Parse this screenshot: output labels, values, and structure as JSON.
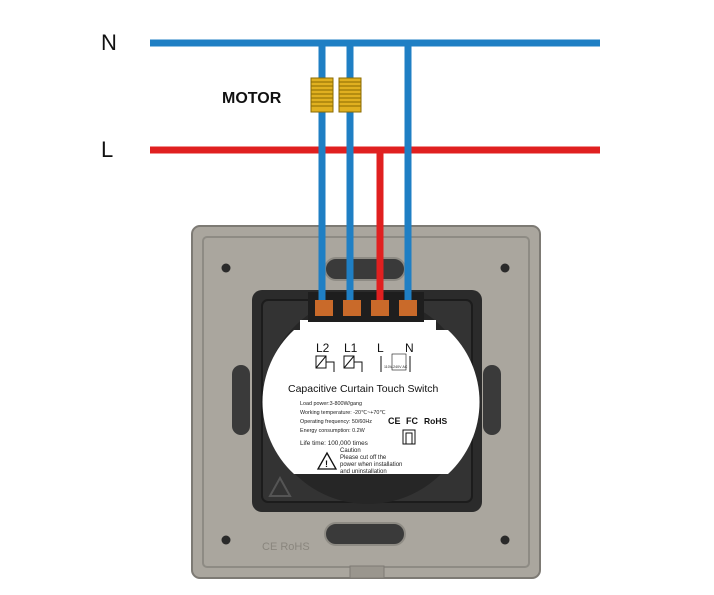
{
  "lines": {
    "neutral_label": "N",
    "live_label": "L",
    "neutral_color": "#1f7fc4",
    "live_color": "#e02020"
  },
  "motor": {
    "label": "MOTOR",
    "coil_color": "#e0b020"
  },
  "switch": {
    "plate_color": "#a8a49c",
    "housing_color": "#2b2b2b",
    "terminals": [
      "L2",
      "L1",
      "L",
      "N"
    ],
    "voltage": "110V-240V AC",
    "title": "Capacitive  Curtain  Touch  Switch",
    "specs": [
      "Load power:3-800W/gang",
      "Working temperature:  -20℃~+70℃",
      "Operating frequency:  50/60Hz",
      "Energy consumption:  0.2W"
    ],
    "life_time": "Life time:  100,000 times",
    "cert_ce": "CE",
    "cert_fc": "FC",
    "cert_rohs": "RoHS",
    "caution_title": "Caution",
    "caution_lines": [
      "Please cut off the",
      "power when installation",
      "and uninstallation"
    ],
    "embossed_text": "CE RoHS"
  }
}
